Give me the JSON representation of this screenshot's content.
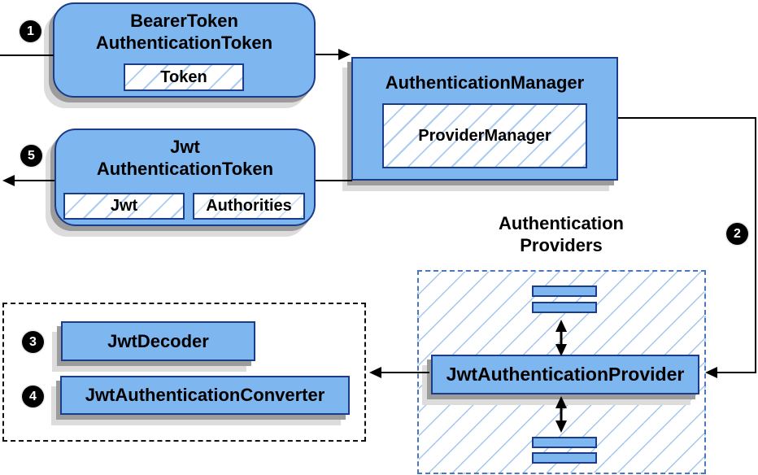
{
  "diagram": {
    "title_implied": "JWT authentication flow",
    "colors": {
      "node_fill": "#7eb6f0",
      "node_border": "#1b3c88",
      "hatch_line": "#a3c6ef",
      "providers_dash_border": "#4a77be",
      "helpers_dash_border": "#111111",
      "shadow_dark": "#9c9c9c",
      "shadow_light": "#dcdcdc",
      "connector": "#000000",
      "step_marker_bg": "#000000",
      "step_marker_text": "#ffffff"
    },
    "steps": [
      "1",
      "2",
      "3",
      "4",
      "5"
    ],
    "nodes": {
      "bearer": {
        "title_line1": "BearerToken",
        "title_line2": "AuthenticationToken",
        "chip": "Token"
      },
      "manager": {
        "title": "AuthenticationManager",
        "chip": "ProviderManager"
      },
      "jwt_token": {
        "title_line1": "Jwt",
        "title_line2": "AuthenticationToken",
        "chip_jwt": "Jwt",
        "chip_authorities": "Authorities"
      },
      "providers": {
        "label_line1": "Authentication",
        "label_line2": "Providers",
        "provider": "JwtAuthenticationProvider"
      },
      "helpers": {
        "decoder": "JwtDecoder",
        "converter": "JwtAuthenticationConverter"
      }
    }
  }
}
